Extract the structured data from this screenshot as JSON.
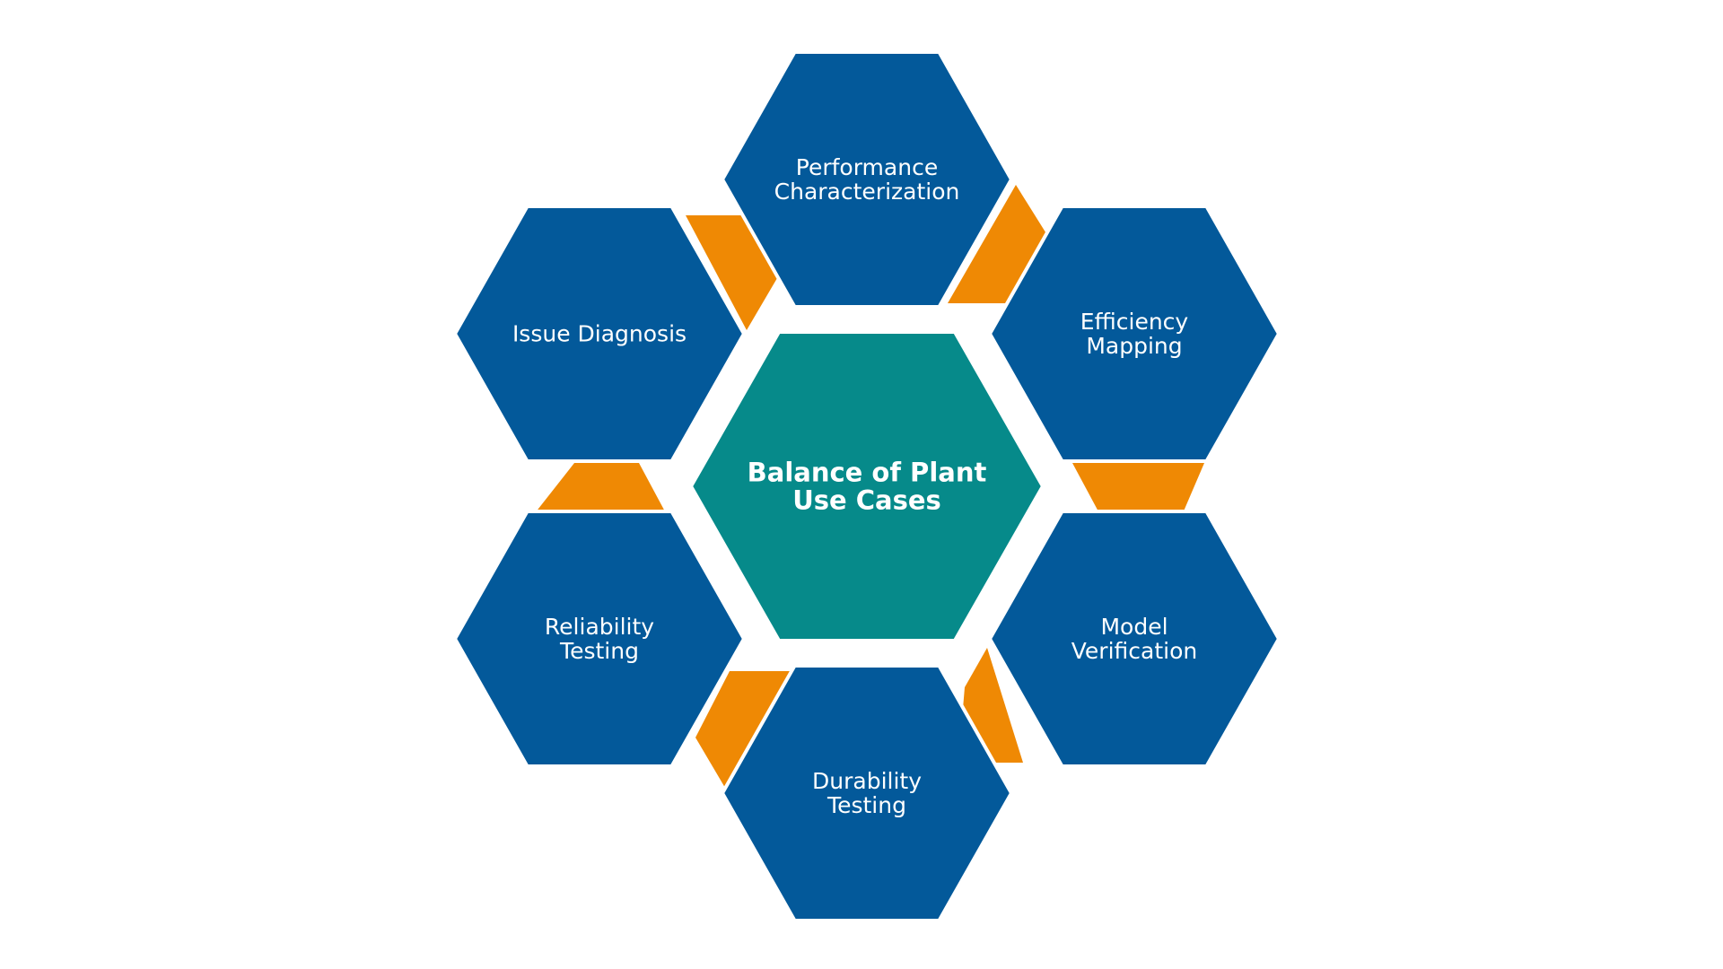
{
  "colors": {
    "outer_hex_fill": "#03599a",
    "center_hex_fill": "#068a8a",
    "connector_fill": "#ef8904",
    "hex_outline": "#ffffff",
    "background": "#ffffff",
    "text": "#ffffff"
  },
  "center": {
    "lines": [
      "Balance of Plant",
      "Use Cases"
    ]
  },
  "nodes": [
    {
      "id": "performance-characterization",
      "lines": [
        "Performance",
        "Characterization"
      ]
    },
    {
      "id": "efficiency-mapping",
      "lines": [
        "Efficiency",
        "Mapping"
      ]
    },
    {
      "id": "model-verification",
      "lines": [
        "Model",
        "Verification"
      ]
    },
    {
      "id": "durability-testing",
      "lines": [
        "Durability",
        "Testing"
      ]
    },
    {
      "id": "reliability-testing",
      "lines": [
        "Reliability",
        "Testing"
      ]
    },
    {
      "id": "issue-diagnosis",
      "lines": [
        "Issue Diagnosis"
      ]
    }
  ],
  "connectors": [
    {
      "id": "connector-performance-to-efficiency"
    },
    {
      "id": "connector-efficiency-to-model"
    },
    {
      "id": "connector-model-to-durability"
    },
    {
      "id": "connector-durability-to-reliability"
    },
    {
      "id": "connector-reliability-to-issue"
    },
    {
      "id": "connector-issue-to-performance"
    }
  ]
}
